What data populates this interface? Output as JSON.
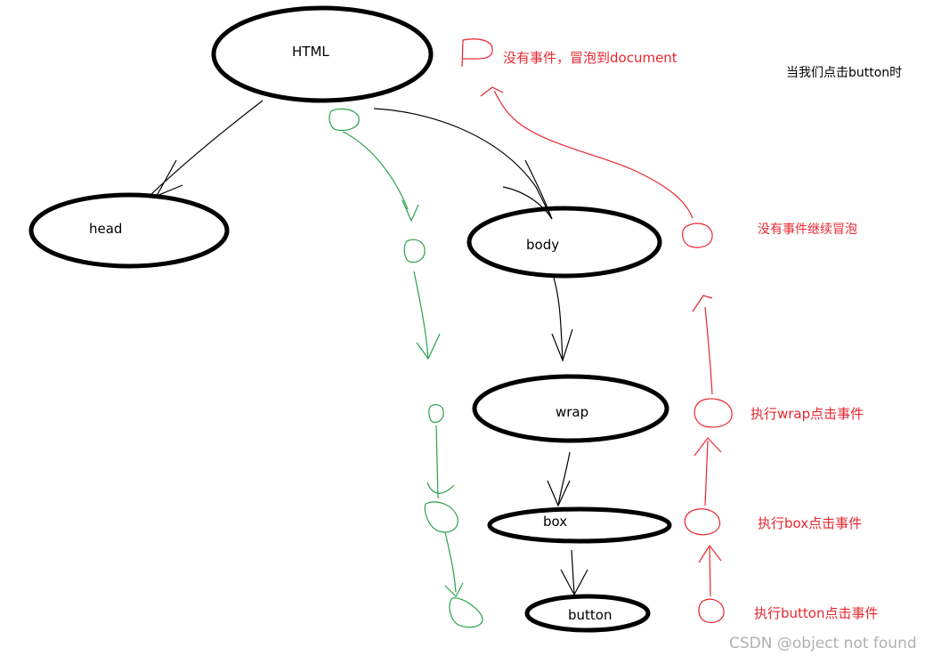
{
  "nodes": {
    "html": "HTML",
    "head": "head",
    "body": "body",
    "wrap": "wrap",
    "box": "box",
    "button": "button"
  },
  "annotations": {
    "title": "当我们点击button时",
    "no_event_document": "没有事件，冒泡到document",
    "no_event_continue": "没有事件继续冒泡",
    "exec_wrap": "执行wrap点击事件",
    "exec_box": "执行box点击事件",
    "exec_button": "执行button点击事件"
  },
  "watermark": "CSDN @object not found",
  "colors": {
    "tree": "#000000",
    "capture_path": "#2aa24a",
    "bubble_path": "#e8262f",
    "watermark": "#b0b0b0"
  }
}
